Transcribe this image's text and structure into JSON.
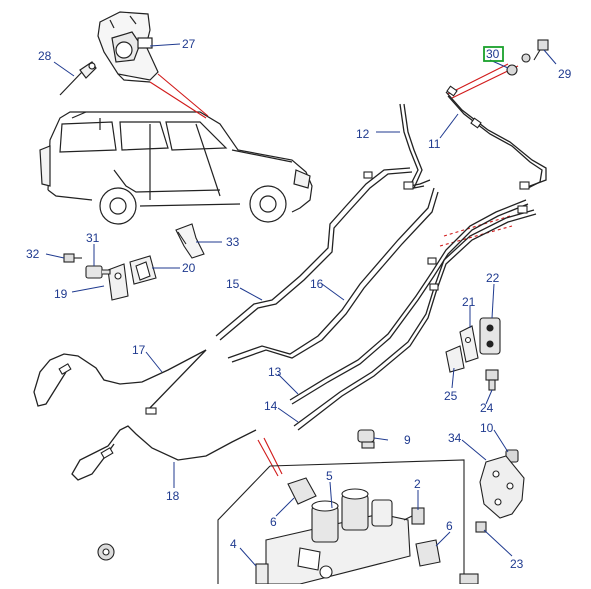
{
  "diagram": {
    "highlight_color": "#1aa02b",
    "leader_color": "#1f3a8f",
    "guide_color": "#d11a1a",
    "callouts": {
      "c2": "2",
      "c4": "4",
      "c5": "5",
      "c6a": "6",
      "c6b": "6",
      "c9": "9",
      "c10": "10",
      "c11": "11",
      "c12": "12",
      "c13": "13",
      "c14": "14",
      "c15": "15",
      "c16": "16",
      "c17": "17",
      "c18": "18",
      "c19": "19",
      "c20": "20",
      "c21": "21",
      "c22": "22",
      "c23": "23",
      "c24": "24",
      "c25": "25",
      "c27": "27",
      "c28": "28",
      "c29": "29",
      "c30": "30",
      "c31": "31",
      "c32": "32",
      "c33": "33",
      "c34": "34"
    }
  }
}
